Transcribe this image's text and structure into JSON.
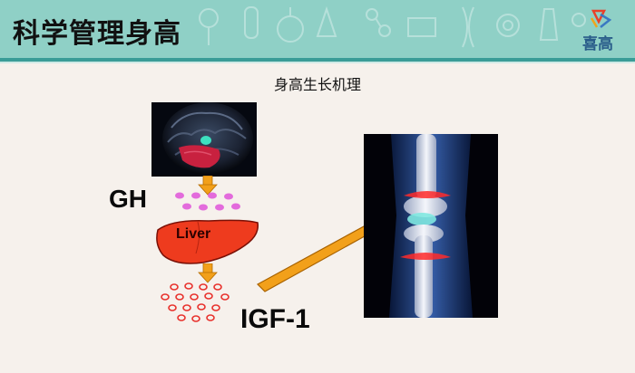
{
  "header": {
    "title": "科学管理身高",
    "logo_text": "喜高",
    "bg_color": "#8fd0c6",
    "stripe_color": "#3a9c97"
  },
  "slide": {
    "subtitle": "身高生长机理",
    "labels": {
      "gh": "GH",
      "liver": "Liver",
      "igf": "IGF-1"
    },
    "images": {
      "brain": "brain-scan-image",
      "knee": "knee-joint-image"
    },
    "colors": {
      "arrow": "#f2a01a",
      "liver": "#ee3b1e",
      "gh_dots": "#e36bdc",
      "igf_rings": "#e8312c"
    }
  }
}
